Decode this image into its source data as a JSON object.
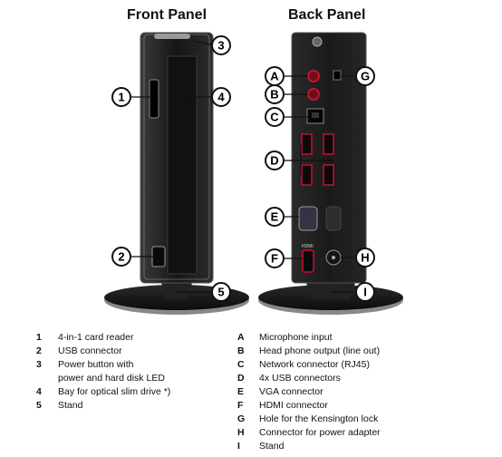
{
  "front": {
    "title": "Front Panel",
    "callouts": [
      "1",
      "2",
      "3",
      "4",
      "5"
    ]
  },
  "back": {
    "title": "Back Panel",
    "callouts": [
      "A",
      "B",
      "C",
      "D",
      "E",
      "F",
      "G",
      "H",
      "I"
    ]
  },
  "legend_front": [
    {
      "key": "1",
      "text": "4-in-1 card reader"
    },
    {
      "key": "2",
      "text": "USB connector"
    },
    {
      "key": "3",
      "text": "Power button with",
      "text2": "power and hard disk LED"
    },
    {
      "key": "4",
      "text": "Bay for optical slim drive *)"
    },
    {
      "key": "5",
      "text": "Stand"
    }
  ],
  "legend_back": [
    {
      "key": "A",
      "text": "Microphone input"
    },
    {
      "key": "B",
      "text": "Head phone output (line out)"
    },
    {
      "key": "C",
      "text": "Network connector (RJ45)"
    },
    {
      "key": "D",
      "text": "4x USB connectors"
    },
    {
      "key": "E",
      "text": "VGA connector"
    },
    {
      "key": "F",
      "text": "HDMI connector"
    },
    {
      "key": "G",
      "text": "Hole for the Kensington lock"
    },
    {
      "key": "H",
      "text": "Connector for power adapter"
    },
    {
      "key": "I",
      "text": "Stand"
    }
  ],
  "port_labels": {
    "hdmi": "HDMI"
  },
  "colors": {
    "accent": "#c8102e",
    "device": "#1c1c1c",
    "callout_stroke": "#111111"
  }
}
